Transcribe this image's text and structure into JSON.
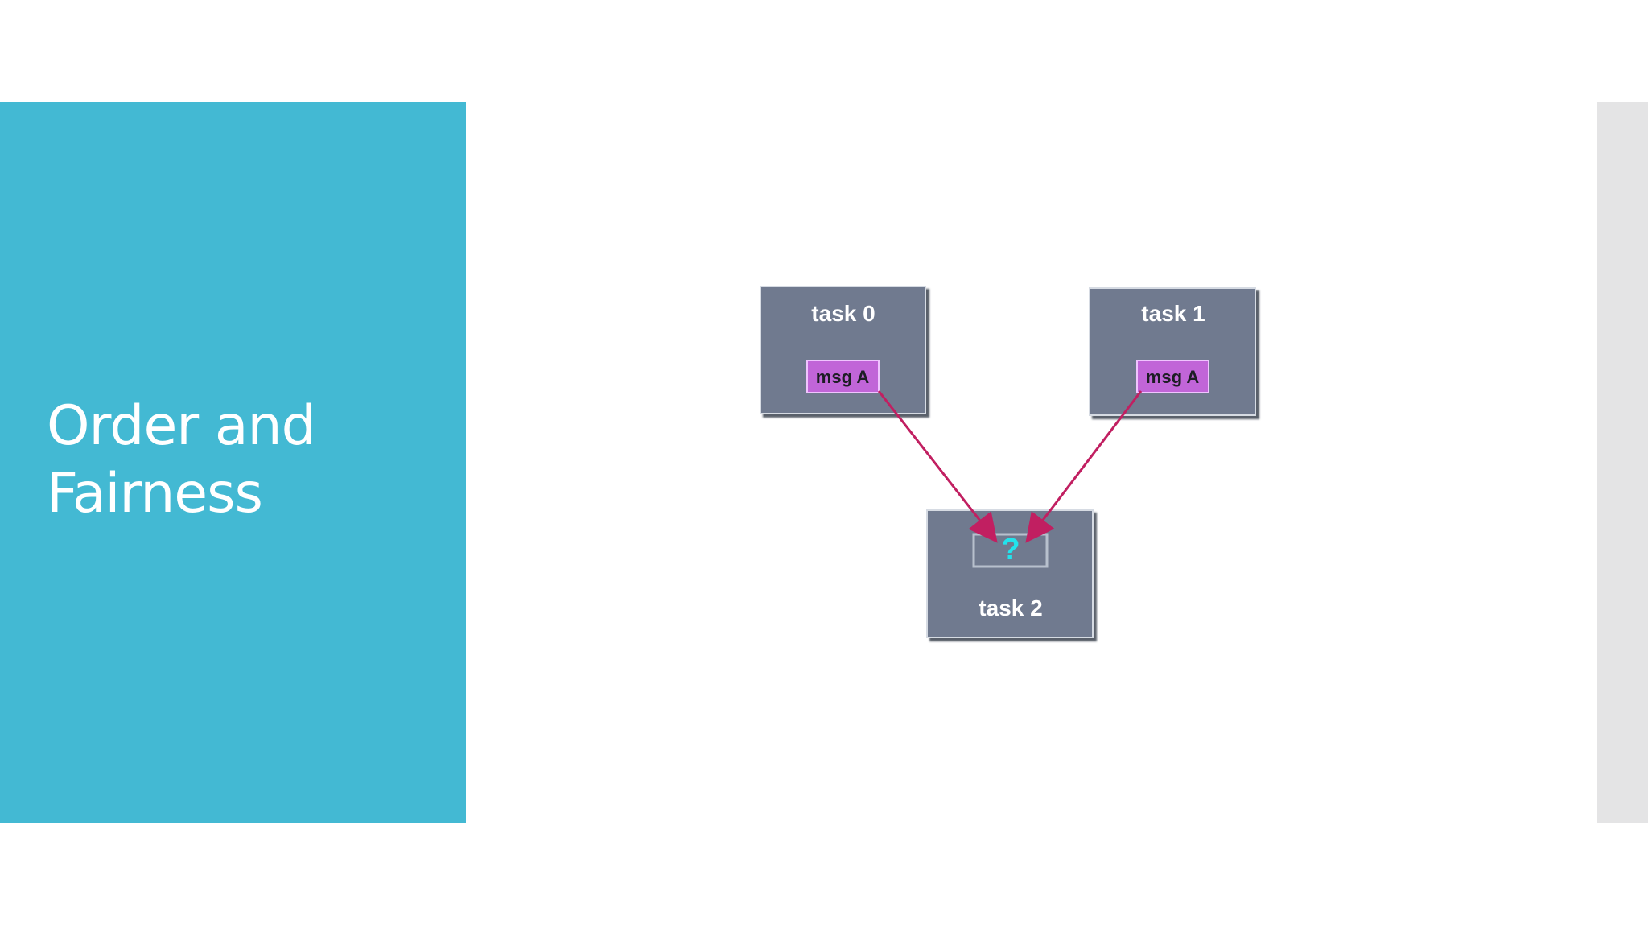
{
  "slide": {
    "title_line1": "Order and",
    "title_line2": "Fairness"
  },
  "diagram": {
    "tasks": [
      {
        "name": "task 0",
        "message": "msg A"
      },
      {
        "name": "task 1",
        "message": "msg A"
      },
      {
        "name": "task 2",
        "receive_symbol": "?"
      }
    ],
    "colors": {
      "band": "#43b9d3",
      "task_box": "#6f7a8f",
      "message_box": "#c165d8",
      "arrow": "#c11f61",
      "question_mark": "#22e3ec",
      "side_strip": "#e4e4e5"
    }
  }
}
